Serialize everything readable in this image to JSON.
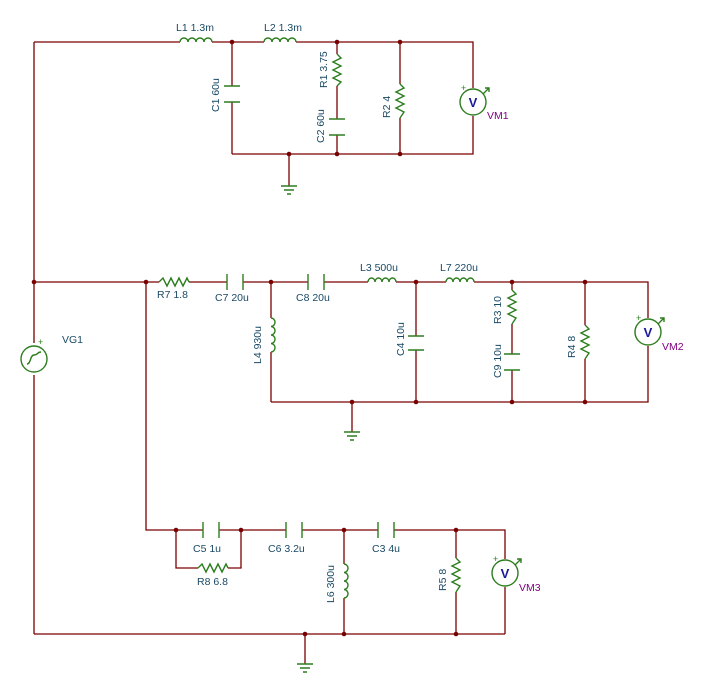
{
  "components": {
    "L1": "L1 1.3m",
    "L2": "L2 1.3m",
    "C1": "C1 60u",
    "R1": "R1 3.75",
    "C2": "C2 60u",
    "R2": "R2 4",
    "VM1": "VM1",
    "VG1": "VG1",
    "R7": "R7 1.8",
    "C7": "C7 20u",
    "C8": "C8 20u",
    "L3": "L3 500u",
    "L7": "L7 220u",
    "L4": "L4 930u",
    "C4": "C4 10u",
    "R3": "R3 10",
    "C9": "C9 10u",
    "R4": "R4 8",
    "VM2": "VM2",
    "C5": "C5 1u",
    "R8": "R8 6.8",
    "C6": "C6 3.2u",
    "C3": "C3 4u",
    "L6": "L6 300u",
    "R5": "R5 8",
    "VM3": "VM3"
  },
  "meter_symbol": "V",
  "source_polarity": "+",
  "colors": {
    "wire": "#7a0000",
    "component": "#2d7d1e",
    "label": "#1a4a66",
    "meter_label": "#800080",
    "meter_symbol": "#1a1a99"
  }
}
